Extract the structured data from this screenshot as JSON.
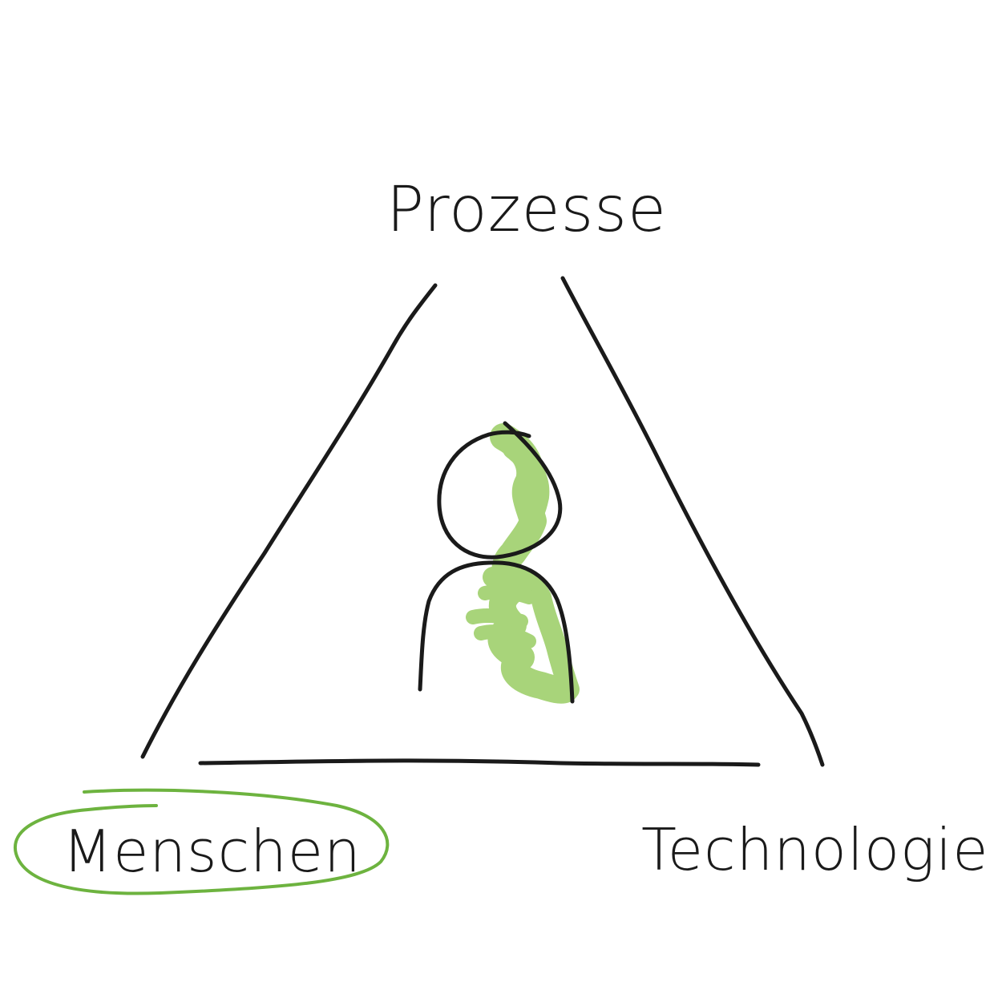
{
  "diagram": {
    "labels": {
      "top": "Prozesse",
      "bottom_left": "Menschen",
      "bottom_right": "Technologie"
    },
    "highlighted": "bottom_left",
    "center_icon": "person-icon"
  },
  "colors": {
    "ink": "#1a1a1a",
    "highlight": "#6db33f",
    "fill_green": "#a8d47a"
  }
}
